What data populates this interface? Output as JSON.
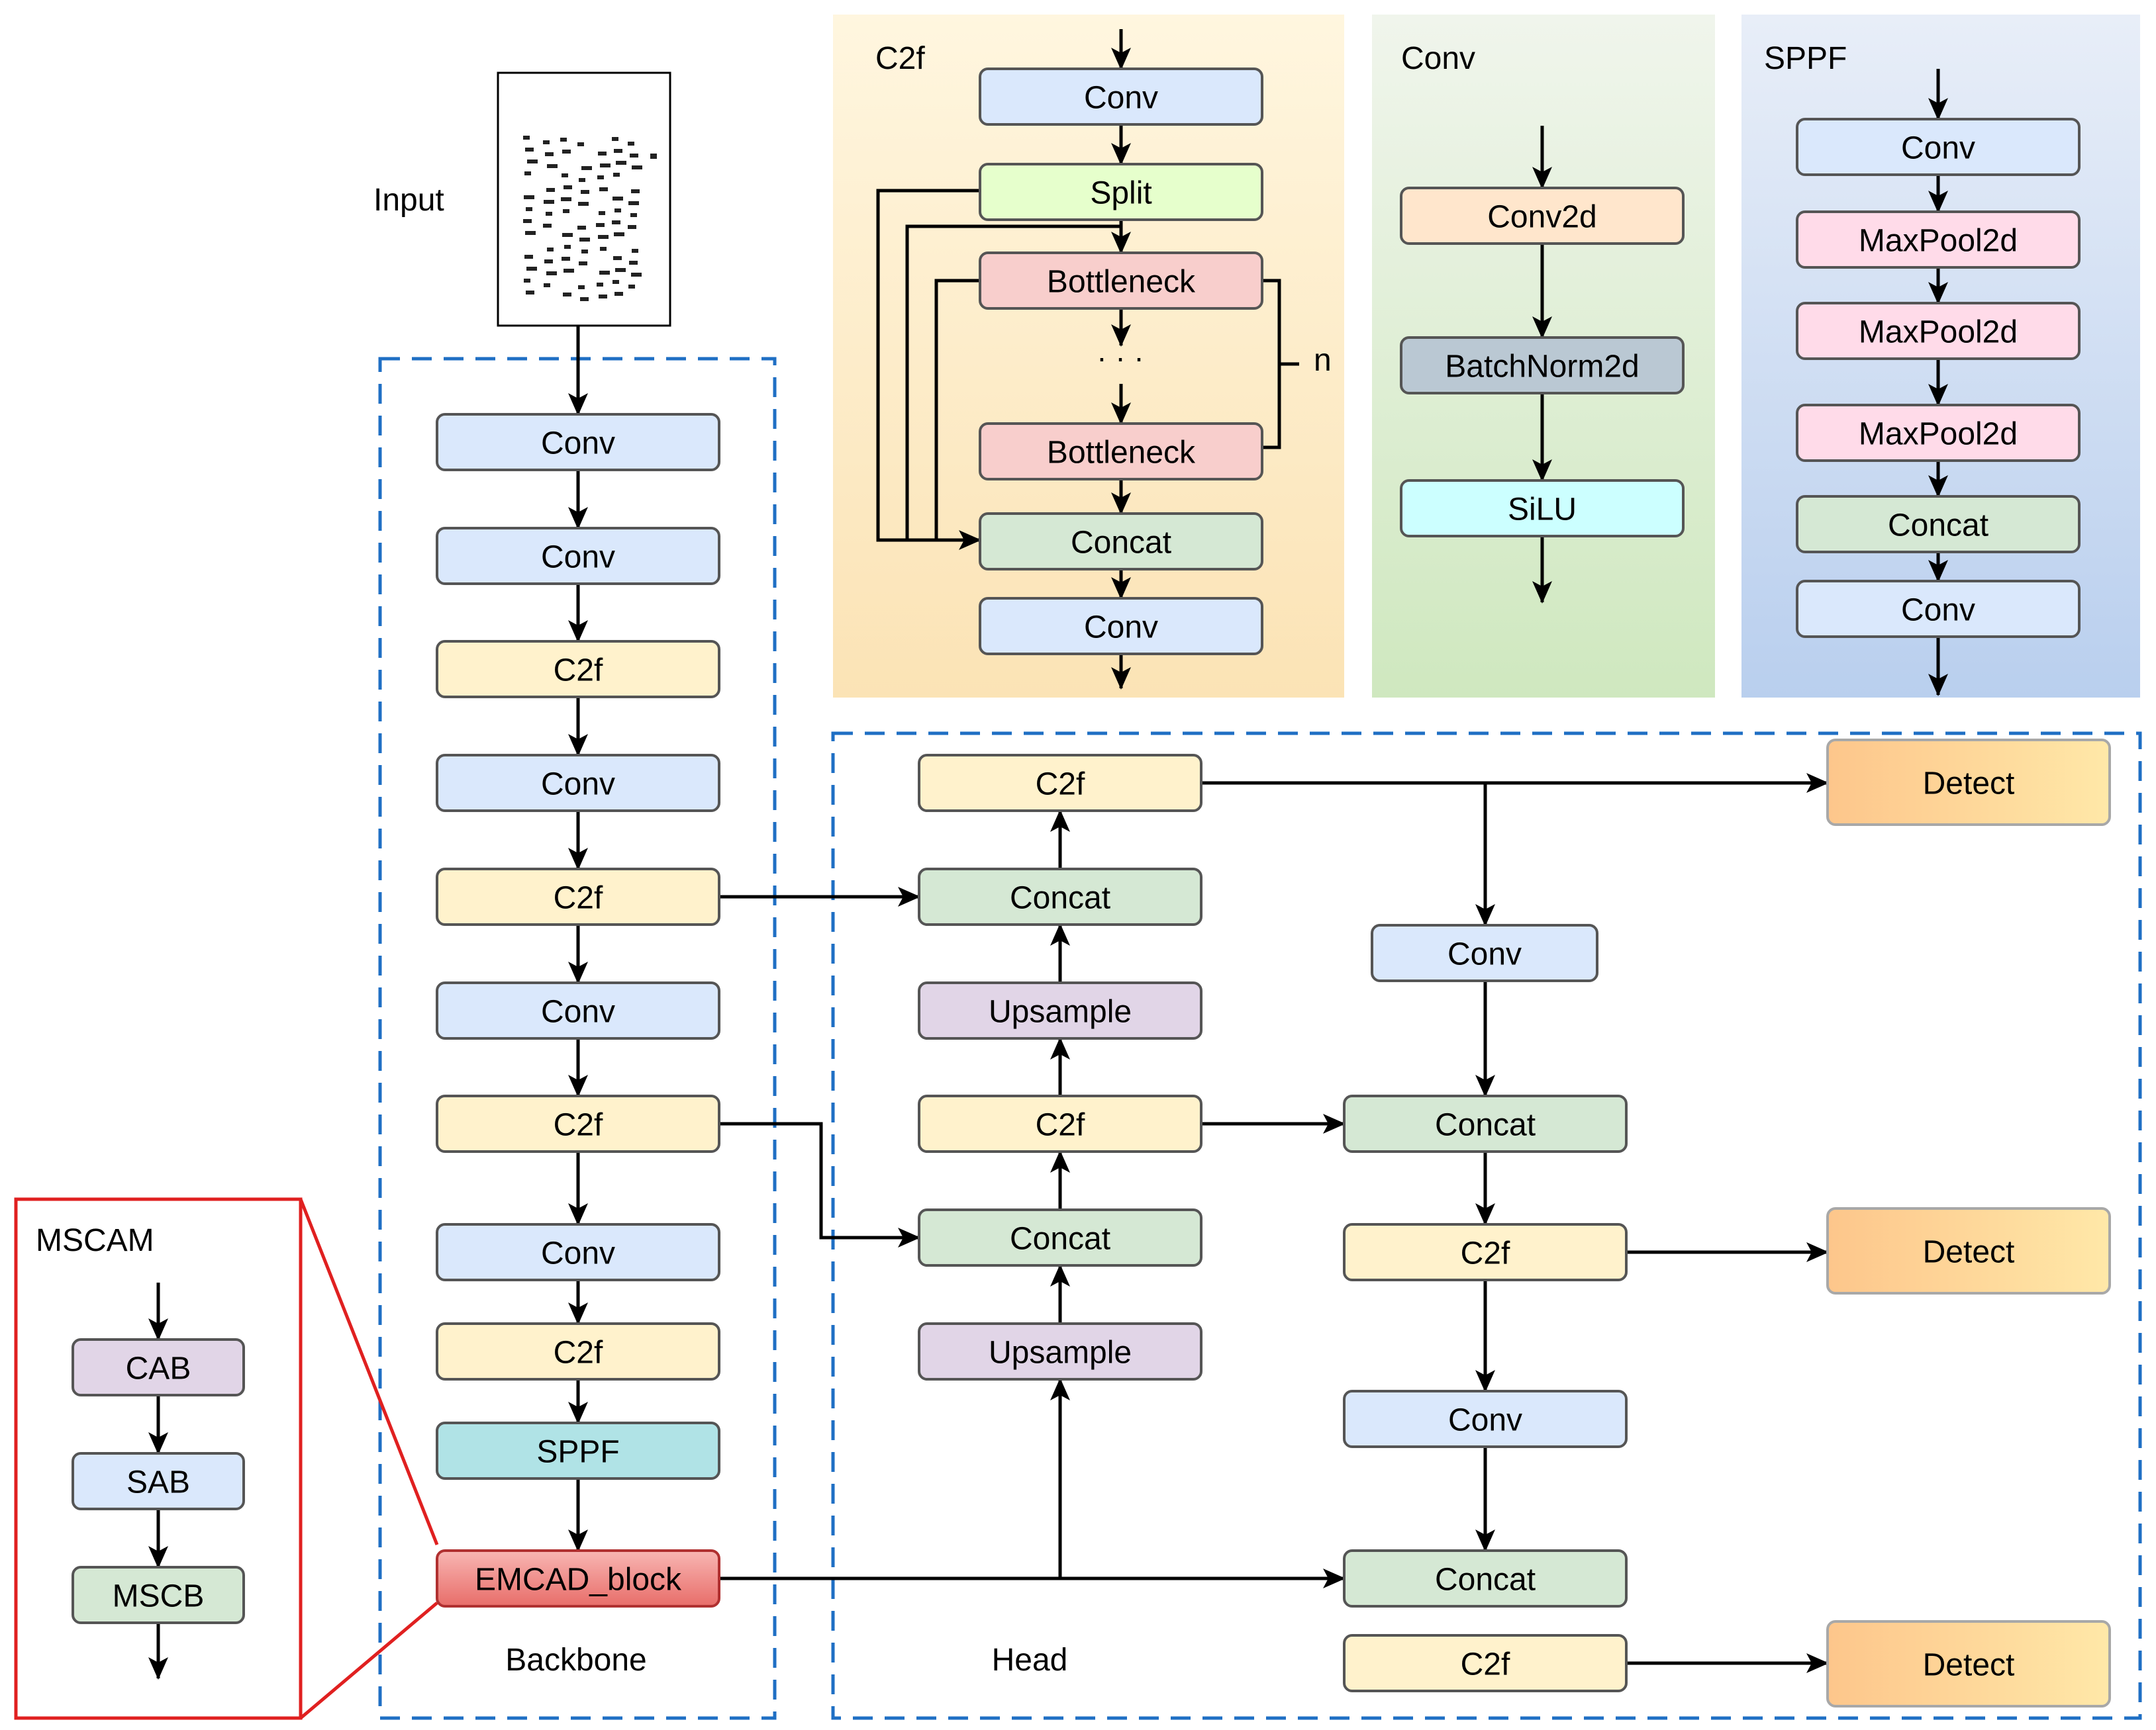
{
  "input": {
    "label": "Input"
  },
  "backbone": {
    "label": "Backbone",
    "blocks": [
      "Conv",
      "Conv",
      "C2f",
      "Conv",
      "C2f",
      "Conv",
      "C2f",
      "Conv",
      "C2f",
      "SPPF",
      "EMCAD_block"
    ]
  },
  "head": {
    "label": "Head",
    "left_column": [
      "C2f",
      "Concat",
      "Upsample",
      "C2f",
      "Concat",
      "Upsample"
    ],
    "right_column": [
      "Conv",
      "Concat",
      "C2f",
      "Conv",
      "Concat",
      "C2f"
    ],
    "detect": [
      "Detect",
      "Detect",
      "Detect"
    ]
  },
  "c2f_panel": {
    "title": "C2f",
    "blocks": [
      "Conv",
      "Split",
      "Bottleneck",
      "Bottleneck",
      "Concat",
      "Conv"
    ],
    "ellipsis": "· · ·",
    "repeat_label": "n"
  },
  "conv_panel": {
    "title": "Conv",
    "blocks": [
      "Conv2d",
      "BatchNorm2d",
      "SiLU"
    ]
  },
  "sppf_panel": {
    "title": "SPPF",
    "blocks": [
      "Conv",
      "MaxPool2d",
      "MaxPool2d",
      "MaxPool2d",
      "Concat",
      "Conv"
    ]
  },
  "mscam": {
    "title": "MSCAM",
    "blocks": [
      "CAB",
      "SAB",
      "MSCB"
    ]
  },
  "colors": {
    "conv": "#dae8fc",
    "c2f": "#fff2cc",
    "concat": "#d5e8d4",
    "upsample": "#e1d5e7",
    "sppf": "#b0e3e6",
    "emcad": "#f19c99",
    "bottleneck": "#f8cecc",
    "split": "#e6ffcc",
    "conv2d": "#ffe6cc",
    "batchnorm": "#bac8d3",
    "silu": "#ccffff",
    "maxpool": "#ffdbe9",
    "detect": "#ffcc88",
    "dashed_border": "#1f6fc4",
    "mscam_border": "#e02020"
  }
}
